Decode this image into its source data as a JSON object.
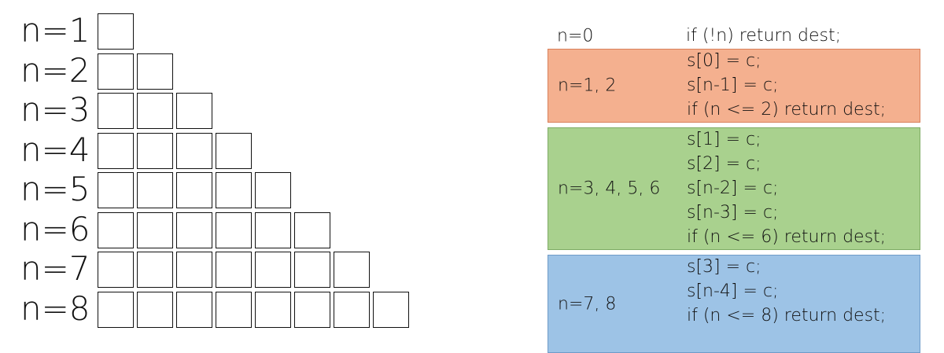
{
  "rows": [
    {
      "label": "n=1",
      "count": 1
    },
    {
      "label": "n=2",
      "count": 2
    },
    {
      "label": "n=3",
      "count": 3
    },
    {
      "label": "n=4",
      "count": 4
    },
    {
      "label": "n=5",
      "count": 5
    },
    {
      "label": "n=6",
      "count": 6
    },
    {
      "label": "n=7",
      "count": 7
    },
    {
      "label": "n=8",
      "count": 8
    }
  ],
  "bands": [
    {
      "label": "n=0",
      "color": "#ffffff",
      "lines": [
        "if (!n) return dest;"
      ]
    },
    {
      "label": "n=1, 2",
      "color": "#f4b08f",
      "lines": [
        "s[0] = c;",
        "s[n-1] = c;",
        "if (n <= 2) return dest;"
      ]
    },
    {
      "label": "n=3, 4, 5, 6",
      "color": "#a9d18e",
      "lines": [
        "s[1] = c;",
        "s[2] = c;",
        "s[n-2] = c;",
        "s[n-3] = c;",
        "if (n <= 6) return dest;"
      ]
    },
    {
      "label": "n=7, 8",
      "color": "#9dc3e6",
      "lines": [
        "s[3] = c;",
        "s[n-4] = c;",
        "if (n <= 8) return dest;"
      ]
    }
  ]
}
